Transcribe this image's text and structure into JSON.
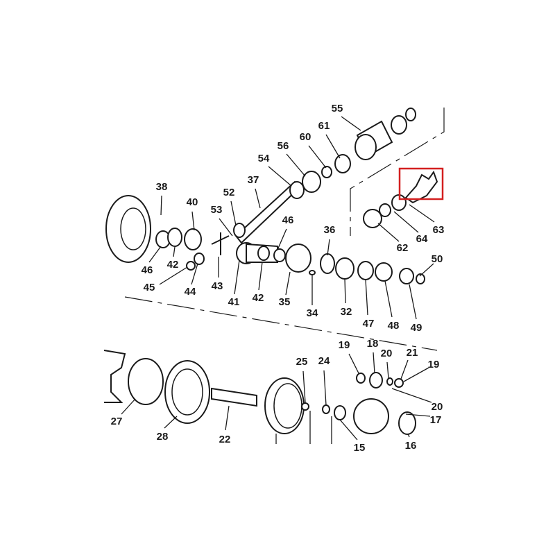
{
  "diagram": {
    "type": "exploded parts diagram",
    "highlight_color": "#d42020",
    "highlighted_part": "63",
    "labels": [
      "55",
      "61",
      "60",
      "56",
      "54",
      "37",
      "52",
      "38",
      "40",
      "53",
      "46",
      "36",
      "50",
      "63",
      "64",
      "62",
      "46",
      "42",
      "45",
      "44",
      "43",
      "41",
      "42",
      "35",
      "34",
      "32",
      "47",
      "48",
      "49",
      "19",
      "18",
      "20",
      "21",
      "19",
      "25",
      "24",
      "20",
      "17",
      "15",
      "16",
      "27",
      "28",
      "22"
    ]
  }
}
